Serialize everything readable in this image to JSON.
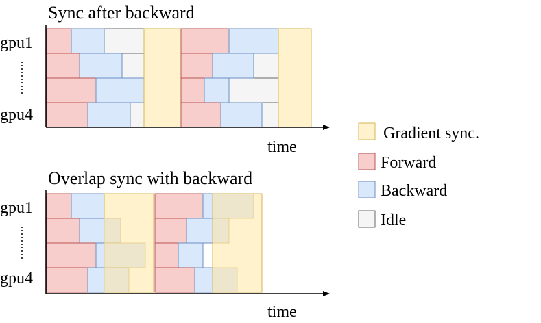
{
  "panels": [
    {
      "title": "Sync after backward",
      "gpu_top": "gpu1",
      "gpu_bottom": "gpu4",
      "xlabel": "time"
    },
    {
      "title": "Overlap sync with backward",
      "gpu_top": "gpu1",
      "gpu_bottom": "gpu4",
      "xlabel": "time"
    }
  ],
  "legend": {
    "items": [
      {
        "key": "sync",
        "label": "Gradient sync."
      },
      {
        "key": "forward",
        "label": "Forward"
      },
      {
        "key": "backward",
        "label": "Backward"
      },
      {
        "key": "idle",
        "label": "Idle"
      }
    ]
  },
  "colors": {
    "forward_fill": "#f8cecc",
    "forward_stroke": "#b85450",
    "backward_fill": "#dae8fc",
    "backward_stroke": "#6c8ebf",
    "idle_fill": "#f5f5f5",
    "idle_stroke": "#666666",
    "sync_fill": "#fff2cc",
    "sync_stroke": "#d6b656"
  }
}
